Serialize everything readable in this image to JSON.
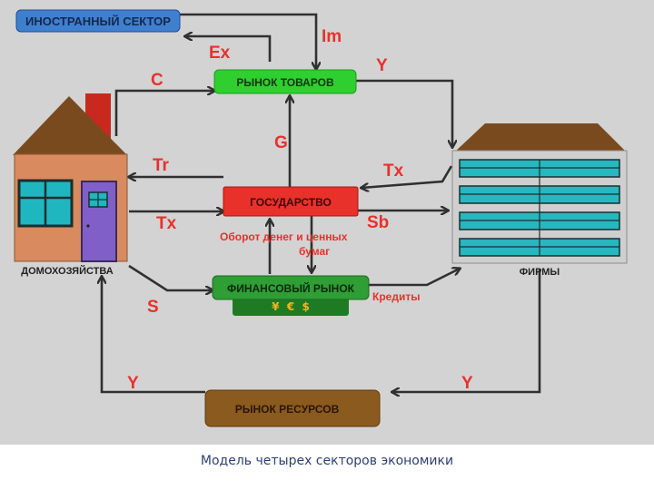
{
  "nodes": {
    "foreign_sector": "ИНОСТРАННЫЙ СЕКТОР",
    "goods_market": "РЫНОК ТОВАРОВ",
    "government": "ГОСУДАРСТВО",
    "financial_market": "ФИНАНСОВЫЙ РЫНОК",
    "financial_symbols": "¥  €  $",
    "resource_market": "РЫНОК РЕСУРСОВ",
    "households": "ДОМОХОЗЯЙСТВА",
    "firms": "ФИРМЫ"
  },
  "flows": {
    "ex": "Ex",
    "im": "Im",
    "c": "C",
    "y_top": "Y",
    "g": "G",
    "tr": "Tr",
    "tx_households": "Tx",
    "tx_firms": "Tx",
    "sb": "Sb",
    "money_circulation_line1": "Оборот денег и ценных",
    "money_circulation_line2": "бумаг",
    "s": "S",
    "credits": "Кредиты",
    "y_left": "Y",
    "y_right": "Y"
  },
  "caption": "Модель четырех секторов экономики",
  "colors": {
    "canvas": "#d3d3d3",
    "foreign_sector": "#3f7fd0",
    "goods_market": "#2fcf2f",
    "government": "#e8312a",
    "financial_market": "#2e9e35",
    "financial_symbols_bg": "#1f7a24",
    "resource_market": "#8b5a1e",
    "flow_label": "#e8312a",
    "arrow": "#303030",
    "house_wall": "#d98a5e",
    "roof": "#7a4a1f",
    "chimney": "#c8281e",
    "window": "#20b6bf",
    "door": "#8060c8",
    "building_body": "#cfcfcf",
    "building_stripe": "#27b7bf"
  },
  "icons": [
    "house-icon",
    "office-building-icon"
  ]
}
